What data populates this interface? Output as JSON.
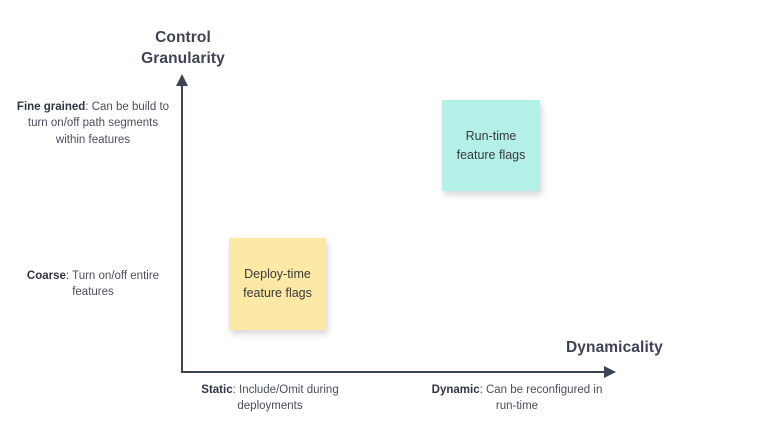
{
  "diagram": {
    "type": "quadrant-matrix",
    "background_color": "#ffffff",
    "axis_color": "#3d4355",
    "y_axis": {
      "title": "Control\nGranularity",
      "title_line_1": "Control",
      "title_line_2": "Granularity",
      "low_label": {
        "term": "Coarse",
        "separator": ": ",
        "description": "Turn on/off entire features"
      },
      "high_label": {
        "term": "Fine grained",
        "separator": ": ",
        "description": "Can be build to turn on/off path segments within features"
      }
    },
    "x_axis": {
      "title": "Dynamicality",
      "low_label": {
        "term": "Static",
        "separator": ": ",
        "description": "Include/Omit during deployments"
      },
      "high_label": {
        "term": "Dynamic",
        "separator": ": ",
        "description": "Can be reconfigured in run-time"
      }
    },
    "notes": [
      {
        "id": "runtime",
        "line_1": "Run-time",
        "line_2": "feature flags",
        "color": "#b2f0e8",
        "position": "high-dynamicality-high-granularity"
      },
      {
        "id": "deploytime",
        "line_1": "Deploy-time",
        "line_2": "feature flags",
        "color": "#fce9a6",
        "position": "low-dynamicality-low-granularity"
      }
    ]
  }
}
